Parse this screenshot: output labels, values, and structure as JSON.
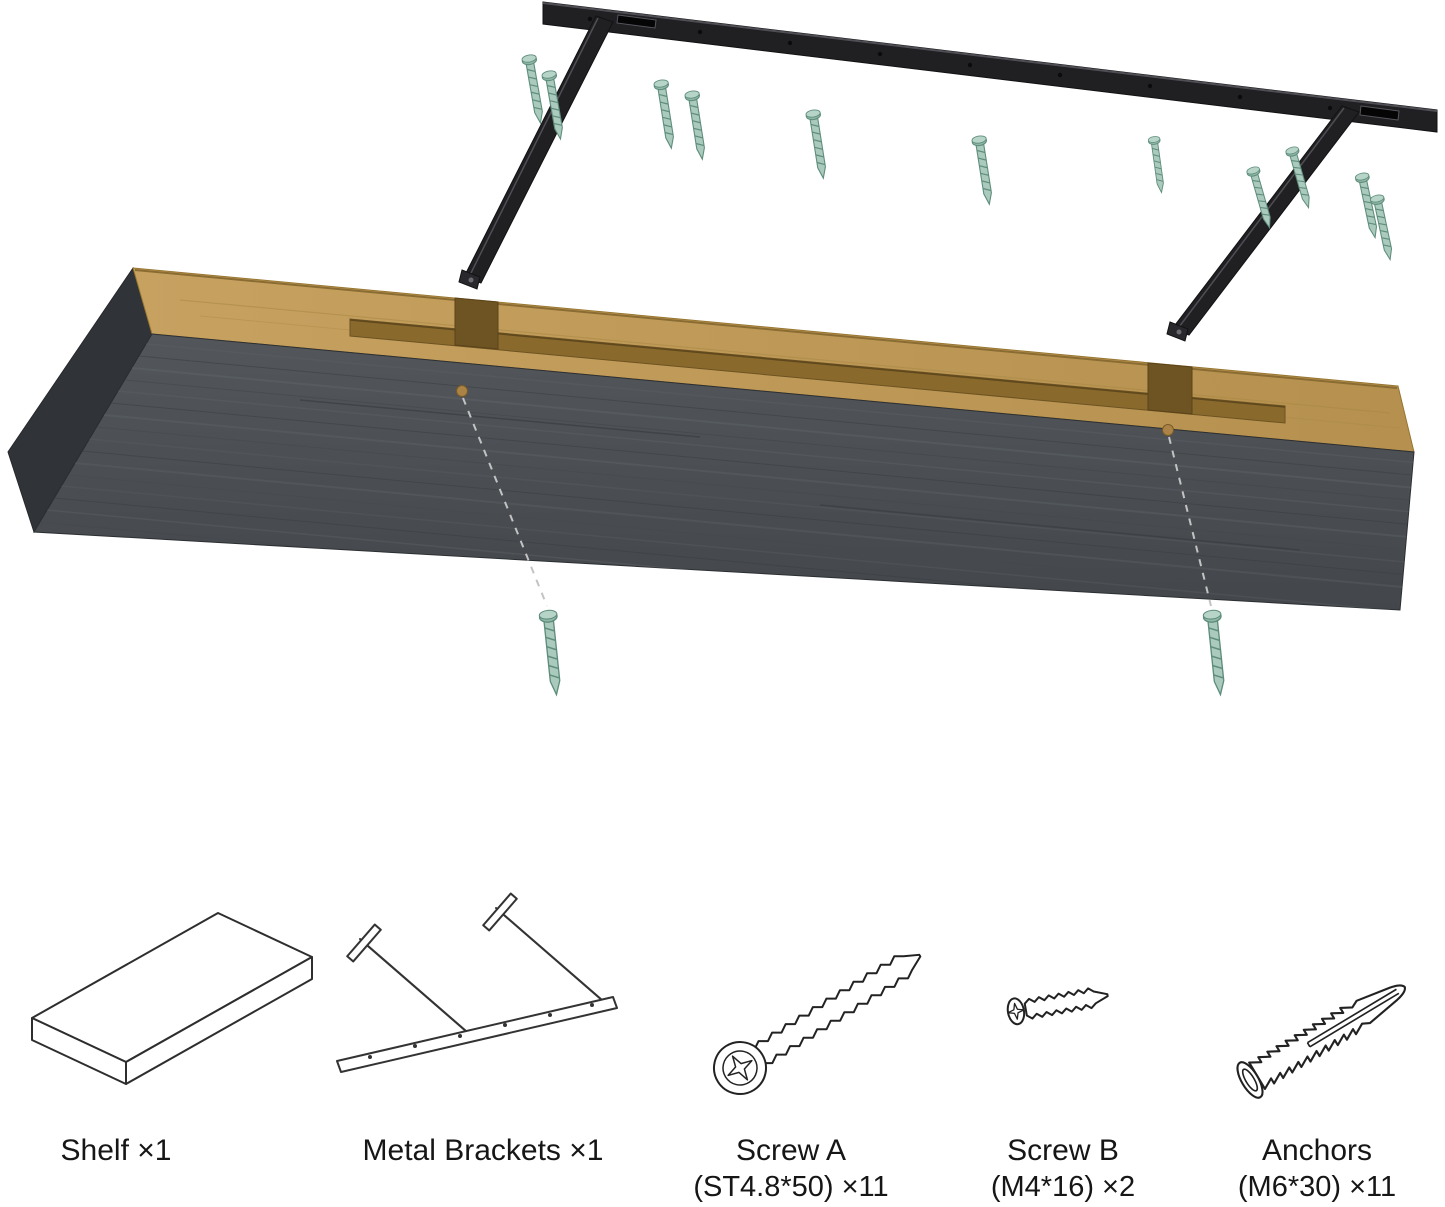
{
  "page": {
    "background": "#ffffff"
  },
  "illustration": {
    "name": "floating-shelf-exploded-view",
    "screw_count_top": 11,
    "screw_count_bottom": 2,
    "colors": {
      "shelf_face": "#4a4e52",
      "shelf_top": "#c09a58",
      "groove": "#8a6a2c",
      "bracket": "#202023",
      "screw_fill": "#a9cabc",
      "screw_outline": "#5f8d7c",
      "dashed_line": "#c3c3c3"
    }
  },
  "parts_list": {
    "items": [
      {
        "id": "shelf",
        "icon": "shelf-icon",
        "label": "Shelf ×1",
        "sublabel": ""
      },
      {
        "id": "metal-brackets",
        "icon": "metal-brackets-icon",
        "label": "Metal Brackets ×1",
        "sublabel": ""
      },
      {
        "id": "screw-a",
        "icon": "screw-a-icon",
        "label": "Screw A",
        "sublabel": "(ST4.8*50) ×11"
      },
      {
        "id": "screw-b",
        "icon": "screw-b-icon",
        "label": "Screw B",
        "sublabel": "(M4*16) ×2"
      },
      {
        "id": "anchors",
        "icon": "anchors-icon",
        "label": "Anchors",
        "sublabel": "(M6*30) ×11"
      }
    ]
  }
}
